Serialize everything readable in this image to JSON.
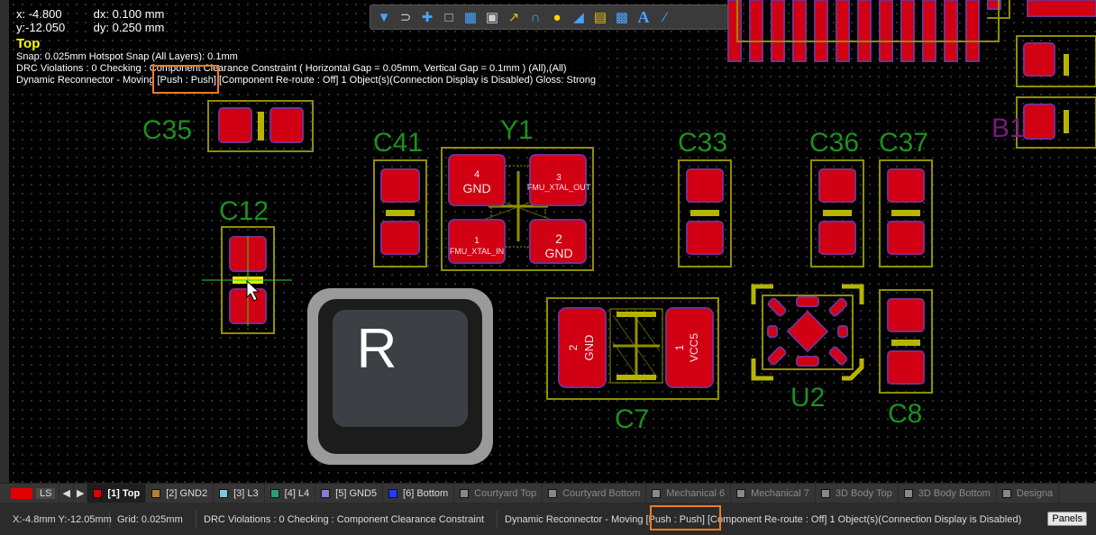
{
  "readout": {
    "x": "x: -4.800",
    "dx": "dx:  0.100  mm",
    "y": "y:-12.050",
    "dy": "dy:  0.250  mm"
  },
  "hud": {
    "layer": "Top",
    "snap": "Snap: 0.025mm Hotspot Snap (All Layers): 0.1mm",
    "drc": "DRC Violations : 0 Checking : Component Clearance Constraint ( Horizontal Gap = 0.05mm, Vertical Gap = 0.1mm ) (All),(All)",
    "mode": "Dynamic Reconnector - Moving [Push : Push] [Component Re-route : Off] 1 Object(s)(Connection Display is Disabled) Gloss: Strong"
  },
  "toolbar": {
    "icons": [
      "filter-icon",
      "route-icon",
      "crosshair-icon",
      "select-rect-icon",
      "align-icon",
      "component-icon",
      "interactive-route-icon",
      "arc-icon",
      "pin-icon",
      "polygon-icon",
      "diff-pair-icon",
      "chart-icon",
      "text-icon",
      "line-icon"
    ]
  },
  "board": {
    "designators": {
      "c35": "C35",
      "c41": "C41",
      "y1": "Y1",
      "c33": "C33",
      "c36": "C36",
      "c37": "C37",
      "c12": "C12",
      "c7": "C7",
      "u2": "U2",
      "c8": "C8",
      "b1": "B1"
    },
    "y1_pads": {
      "p4num": "4",
      "p4net": "GND",
      "p3num": "3",
      "p3net": "FMU_XTAL_OUT",
      "p1num": "1",
      "p1net": "FMU_XTAL_IN",
      "p2num": "2",
      "p2net": "GND"
    },
    "c7_pads": {
      "p2": "2",
      "p2net": "GND",
      "p1": "1",
      "p1net": "VCC5"
    }
  },
  "keycap": {
    "label": "R"
  },
  "layers": {
    "ls": "LS",
    "tabs": [
      {
        "label": "[1] Top",
        "color": "#e00000"
      },
      {
        "label": "[2] GND2",
        "color": "#b5812b"
      },
      {
        "label": "[3] L3",
        "color": "#7fc7e8"
      },
      {
        "label": "[4] L4",
        "color": "#21a56b"
      },
      {
        "label": "[5] GND5",
        "color": "#8c7bd8"
      },
      {
        "label": "[6] Bottom",
        "color": "#1f3fff"
      },
      {
        "label": "Courtyard Top",
        "color": "#888888"
      },
      {
        "label": "Courtyard Bottom",
        "color": "#888888"
      },
      {
        "label": "Mechanical 6",
        "color": "#888888"
      },
      {
        "label": "Mechanical 7",
        "color": "#888888"
      },
      {
        "label": "3D Body Top",
        "color": "#888888"
      },
      {
        "label": "3D Body Bottom",
        "color": "#888888"
      },
      {
        "label": "Designa",
        "color": "#888888"
      }
    ]
  },
  "status": {
    "coords": "X:-4.8mm Y:-12.05mm",
    "grid": "Grid: 0.025mm",
    "drc": "DRC Violations : 0 Checking : Component Clearance Constraint",
    "mode": "Dynamic Reconnector - Moving [Push : Push] [Component Re-route : Off] 1 Object(s)(Connection Display is Disabled)",
    "panels": "Panels"
  }
}
